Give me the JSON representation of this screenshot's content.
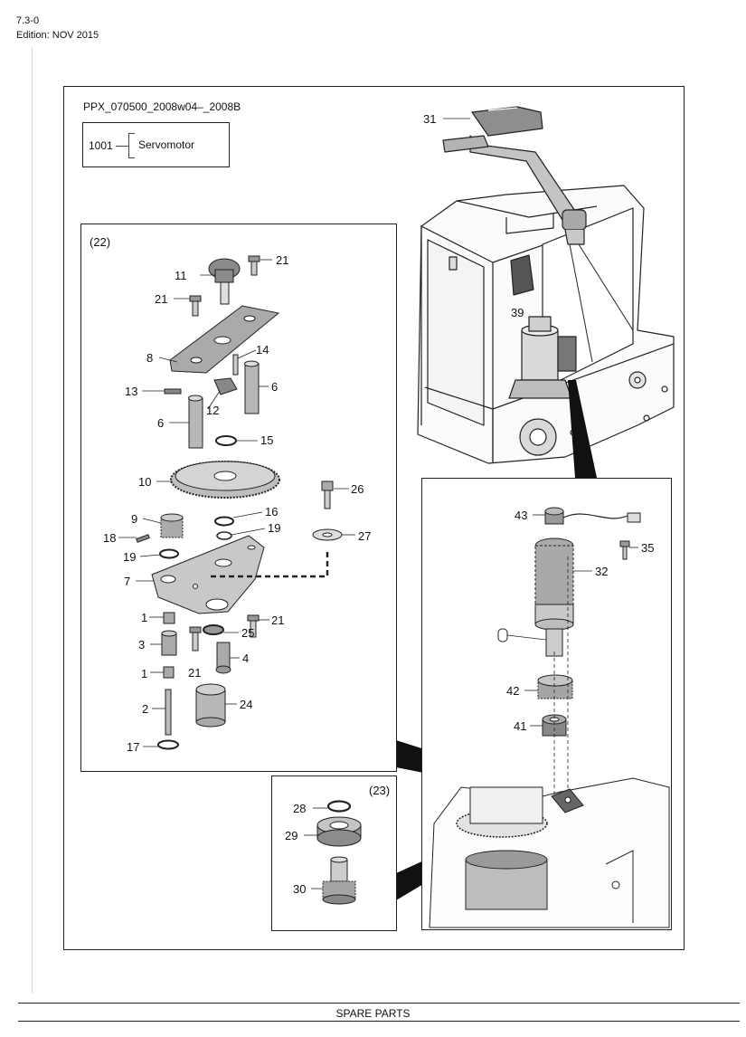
{
  "page": {
    "section": "7.3-0",
    "edition": "Edition: NOV 2015",
    "footer": "SPARE PARTS"
  },
  "drawing": {
    "doc_id": "PPX_070500_2008w04–_2008B",
    "group_code": "1001",
    "group_name": "Servomotor",
    "detail_22_title": "(22)",
    "detail_23_title": "(23)"
  },
  "callouts": {
    "c1a": "1",
    "c1b": "1",
    "c2": "2",
    "c3": "3",
    "c4": "4",
    "c6a": "6",
    "c6b": "6",
    "c7": "7",
    "c8": "8",
    "c9": "9",
    "c10": "10",
    "c11": "11",
    "c12": "12",
    "c13": "13",
    "c14": "14",
    "c15": "15",
    "c16": "16",
    "c17": "17",
    "c18": "18",
    "c19a": "19",
    "c19b": "19",
    "c21a": "21",
    "c21b": "21",
    "c21c": "21",
    "c21d": "21",
    "c24": "24",
    "c25": "25",
    "c26": "26",
    "c27": "27",
    "c28": "28",
    "c29": "29",
    "c30": "30",
    "c31": "31",
    "c32": "32",
    "c35": "35",
    "c39": "39",
    "c41": "41",
    "c42": "42",
    "c43": "43"
  }
}
